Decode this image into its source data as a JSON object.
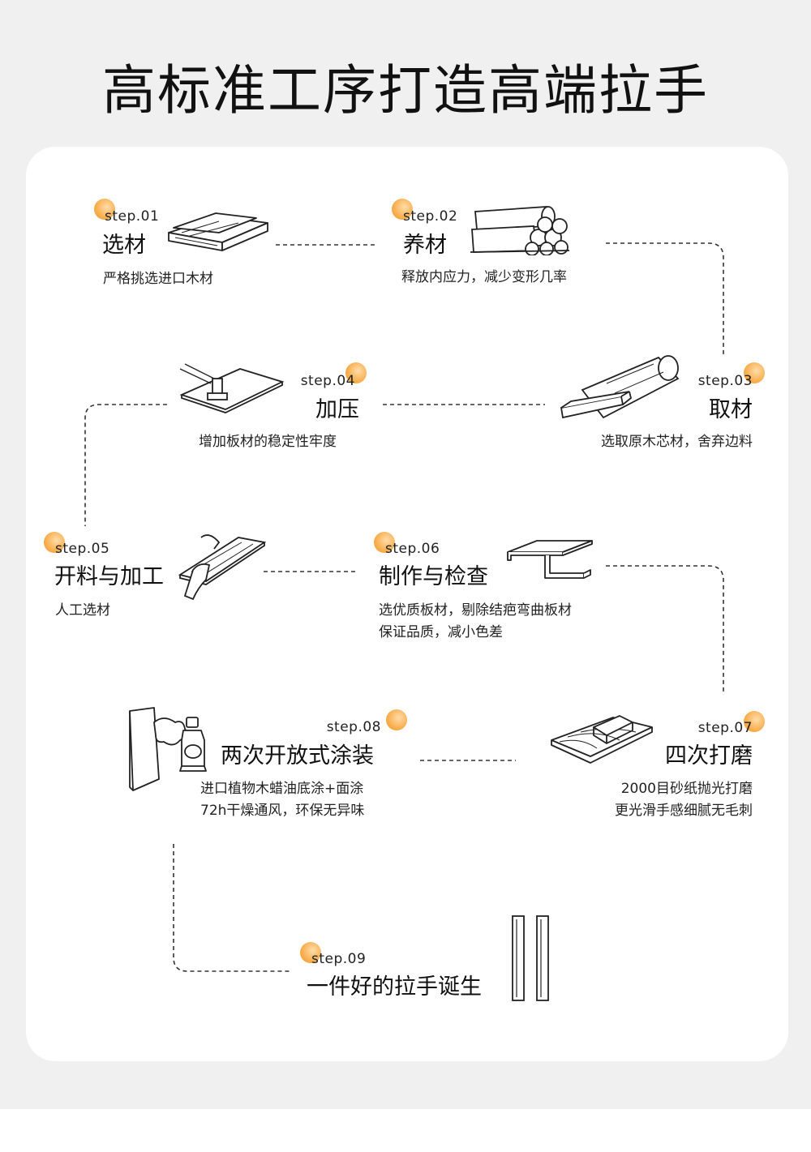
{
  "title": "高标准工序打造高端拉手",
  "accent_color": "#f4a23a",
  "steps": [
    {
      "step": "step.01",
      "name": "选材",
      "desc": [
        "严格挑选进口木材"
      ],
      "icon": "wood-planks-icon"
    },
    {
      "step": "step.02",
      "name": "养材",
      "desc": [
        "释放内应力，减少变形几率"
      ],
      "icon": "log-pile-icon"
    },
    {
      "step": "step.03",
      "name": "取材",
      "desc": [
        "选取原木芯材，舍弃边料"
      ],
      "icon": "log-cut-icon"
    },
    {
      "step": "step.04",
      "name": "加压",
      "desc": [
        "增加板材的稳定性牢度"
      ],
      "icon": "press-icon"
    },
    {
      "step": "step.05",
      "name": "开料与加工",
      "desc": [
        "人工选材"
      ],
      "icon": "hand-board-icon"
    },
    {
      "step": "step.06",
      "name": "制作与检查",
      "desc": [
        "选优质板材，剔除结疤弯曲板材",
        "保证品质，减小色差"
      ],
      "icon": "handle-profile-icon"
    },
    {
      "step": "step.07",
      "name": "四次打磨",
      "desc": [
        "2000目砂纸抛光打磨",
        "更光滑手感细腻无毛刺"
      ],
      "icon": "sanding-block-icon"
    },
    {
      "step": "step.08",
      "name": "两次开放式涂装",
      "desc": [
        "进口植物木蜡油底涂+面涂",
        "72h干燥通风，环保无异味"
      ],
      "icon": "spray-can-icon"
    },
    {
      "step": "step.09",
      "name": "一件好的拉手诞生",
      "desc": [],
      "icon": "finished-handles-icon"
    }
  ]
}
